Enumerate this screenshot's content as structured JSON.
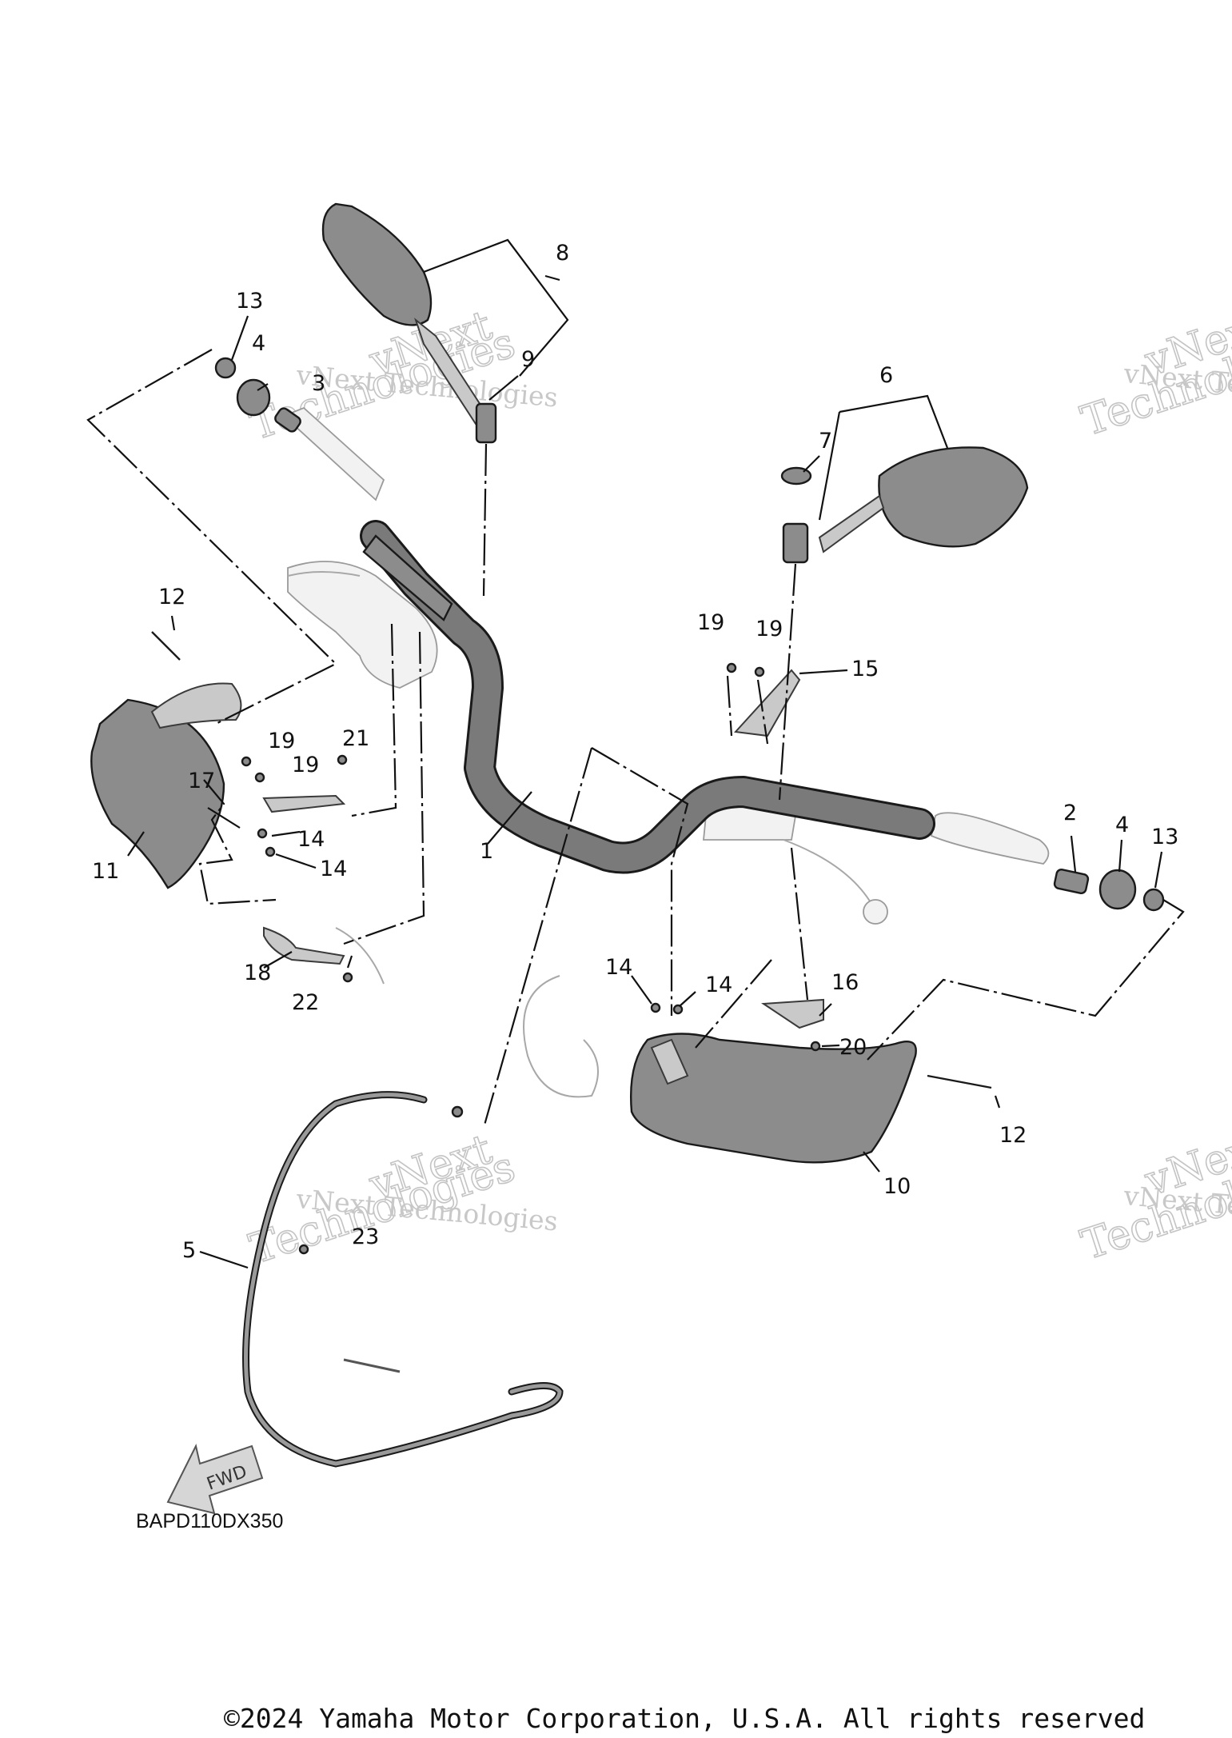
{
  "diagram": {
    "callouts": {
      "c1": "1",
      "c2": "2",
      "c3": "3",
      "c4a": "4",
      "c4b": "4",
      "c5": "5",
      "c6": "6",
      "c7": "7",
      "c8": "8",
      "c9": "9",
      "c10": "10",
      "c11": "11",
      "c12a": "12",
      "c12b": "12",
      "c13a": "13",
      "c13b": "13",
      "c14a": "14",
      "c14b": "14",
      "c14c": "14",
      "c14d": "14",
      "c15": "15",
      "c16": "16",
      "c17": "17",
      "c18": "18",
      "c19a": "19",
      "c19b": "19",
      "c19c": "19",
      "c19d": "19",
      "c20": "20",
      "c21": "21",
      "c22": "22",
      "c23": "23"
    },
    "fwd_label": "FWD",
    "diagram_code": "BAPD110DX350"
  },
  "watermark": {
    "line1": "vNext Technologies",
    "line2": "vNext",
    "line3": "Technologies"
  },
  "footer": {
    "copyright": "©2024 Yamaha Motor Corporation, U.S.A. All rights reserved"
  }
}
